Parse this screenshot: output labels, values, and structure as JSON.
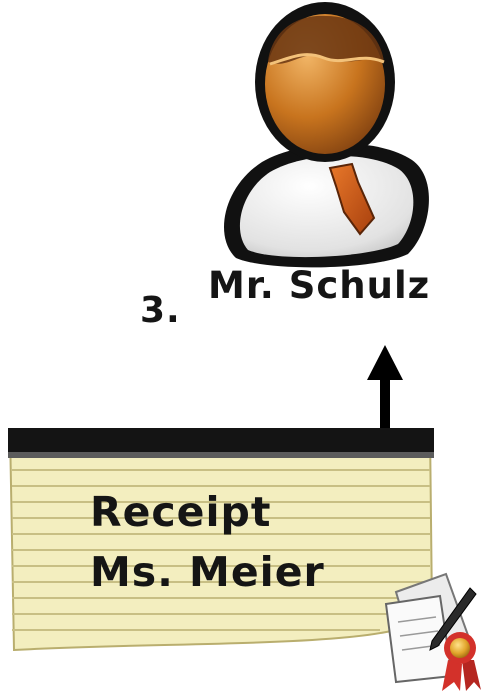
{
  "step": {
    "number": "3."
  },
  "person": {
    "name": "Mr. Schulz",
    "icon": "person-icon"
  },
  "note": {
    "line1": "Receipt",
    "line2": "Ms. Meier"
  },
  "arrow": {
    "direction": "up",
    "color": "#000000"
  },
  "colors": {
    "head": "#c8741e",
    "hair": "#6a3612",
    "shirt": "#e7e7e7",
    "tie": "#d2601c",
    "note_paper": "#f3eebf",
    "note_lines": "#c8bf84",
    "ribbon": "#d3312a"
  }
}
